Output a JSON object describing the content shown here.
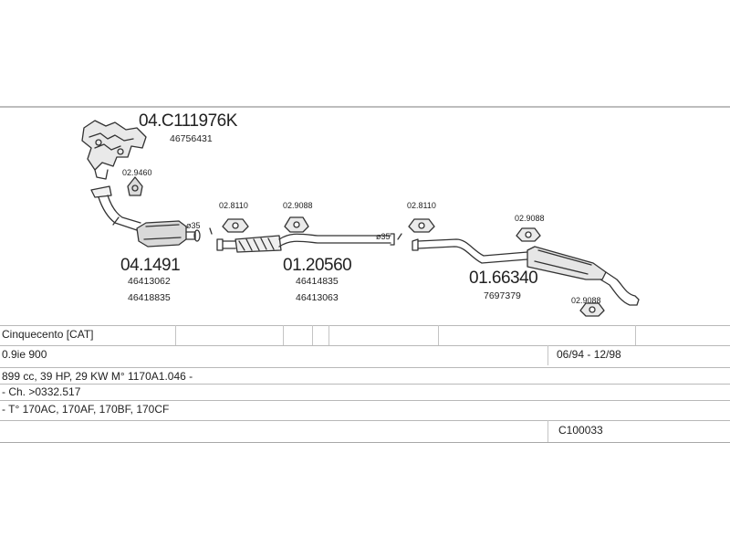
{
  "diagram": {
    "parts": [
      {
        "id": "manifold",
        "number": "04.C111976K",
        "refs": [
          "46756431"
        ]
      },
      {
        "id": "front_pipe",
        "number": "04.1491",
        "refs": [
          "46413062",
          "46418835"
        ]
      },
      {
        "id": "middle_pipe",
        "number": "01.20560",
        "refs": [
          "46414835",
          "46413063"
        ]
      },
      {
        "id": "rear_silencer",
        "number": "01.66340",
        "refs": [
          "7697379"
        ]
      }
    ],
    "fittings": {
      "f1": "02.9460",
      "f2": "02.8110",
      "f3": "02.9088",
      "f4": "02.8110",
      "f5": "02.9088",
      "f6": "02.9088"
    },
    "diameters": {
      "d1": "ø35",
      "d2": "ø35"
    }
  },
  "table": {
    "model": "Cinquecento  [CAT]",
    "engine": "0.9ie 900",
    "period": "06/94 - 12/98",
    "specs": "899 cc, 39 HP, 29 KW M° 1170A1.046 -",
    "chassis": "- Ch. >0332.517",
    "types": "- T° 170AC, 170AF, 170BF, 170CF",
    "code": "C100033"
  }
}
